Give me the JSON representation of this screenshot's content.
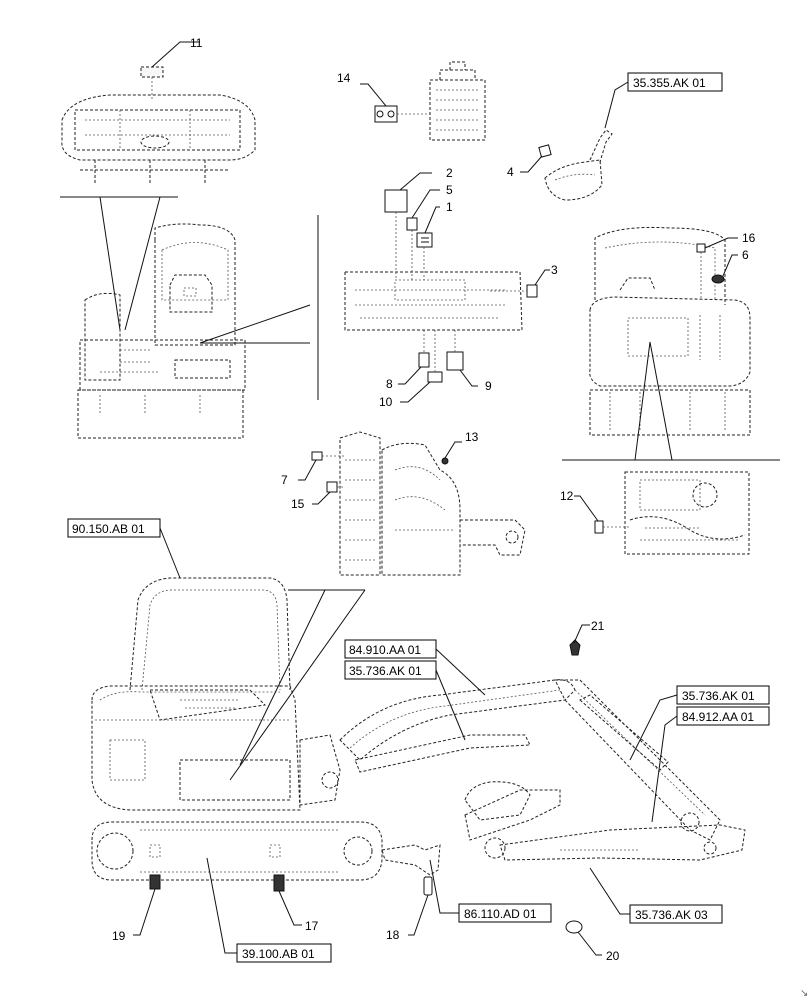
{
  "callouts": {
    "c1": "1",
    "c2": "2",
    "c3": "3",
    "c4": "4",
    "c5": "5",
    "c6": "6",
    "c7": "7",
    "c8": "8",
    "c9": "9",
    "c10": "10",
    "c11": "11",
    "c12": "12",
    "c13": "13",
    "c14": "14",
    "c15": "15",
    "c16": "16",
    "c17": "17",
    "c18": "18",
    "c19": "19",
    "c20": "20",
    "c21": "21"
  },
  "references": {
    "r_35_355": "35.355.AK 01",
    "r_90_150": "90.150.AB 01",
    "r_84_910": "84.910.AA 01",
    "r_35_736_01a": "35.736.AK 01",
    "r_35_736_01b": "35.736.AK 01",
    "r_84_912": "84.912.AA 01",
    "r_86_110": "86.110.AD 01",
    "r_35_736_03": "35.736.AK 03",
    "r_39_100": "39.100.AB 01"
  },
  "corner_mark": "↘"
}
